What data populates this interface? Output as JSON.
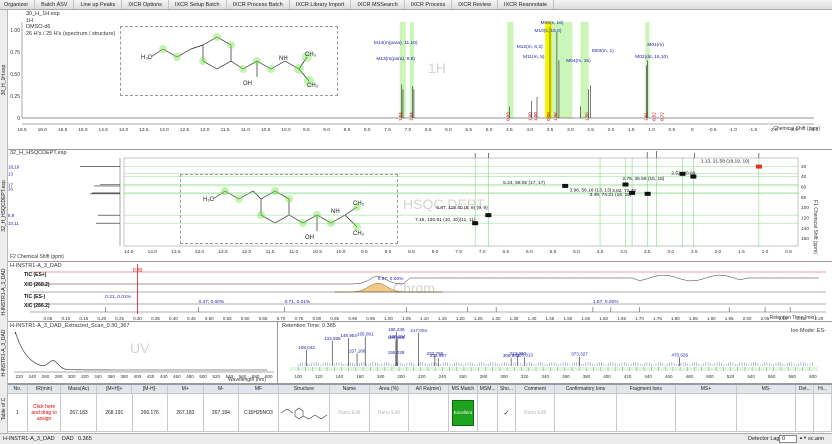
{
  "tabs": [
    "Organizer",
    "Batch ASV",
    "Line up Peaks",
    "IXCR Options",
    "IXCR Setup Batch",
    "IXCR Process Batch",
    "IXCR Library Import",
    "IXCR MSSearch",
    "IXCR Process",
    "IXCR Review",
    "IXCR Reannotate"
  ],
  "nmr1d": {
    "strip_label": "30_H_1H.esp",
    "title_lines": [
      "30_H_1H.esp",
      "1H",
      "DMSO-d6",
      "26 H's / 25 H's (spectrum / structure)"
    ],
    "yticks": [
      "1.00",
      "0.75",
      "0.50",
      "0.25",
      "0"
    ],
    "xticks": [
      "16.5",
      "16.0",
      "15.5",
      "15.0",
      "14.5",
      "14.0",
      "13.5",
      "13.0",
      "12.5",
      "12.0",
      "11.5",
      "11.0",
      "10.5",
      "10.0",
      "9.5",
      "9.0",
      "8.5",
      "8.0",
      "7.5",
      "7.0",
      "6.5",
      "6.0",
      "5.5",
      "5.0",
      "4.5",
      "4.0",
      "3.5",
      "3.0",
      "2.5",
      "2.0",
      "1.5",
      "1.0",
      "0.5",
      "0",
      "-0.5",
      "-1.0",
      "-1.5",
      "-2.0",
      "-2.5",
      "-3.0"
    ],
    "xlabel": "Chemical Shift (ppm)",
    "multiplets": [
      "M14(m(para), 11,10)",
      "M13(m(para), 9,8)",
      "M12(m, 6,3)",
      "M11(m, 5)",
      "M10(s, 15,0)",
      "M09(s, 16)",
      "M04(m, 15)",
      "M03(m, 1)",
      "M02(dd, 15,10)",
      "M01(m)"
    ],
    "integrals": [
      "1.84",
      "1.94",
      "0.93",
      "1.00",
      "1.00",
      "0.98",
      "1.96",
      "1.56",
      "1.01",
      "0.52",
      "0.72"
    ],
    "watermark": "1H"
  },
  "hsqc": {
    "strip_label": "32_H_HSQCDEPT.esp",
    "title": "32_H_HSQCDEPT.esp",
    "ylabel": "F1 Chemical Shift (ppm)",
    "xlabel": "F2 Chemical Shift (ppm)",
    "xticks": [
      "14.5",
      "14.0",
      "13.5",
      "13.0",
      "12.5",
      "12.0",
      "11.5",
      "11.0",
      "10.5",
      "10.0",
      "9.5",
      "9.0",
      "8.5",
      "8.0",
      "7.5",
      "7.0",
      "6.5",
      "6.0",
      "5.5",
      "5.0",
      "4.5",
      "4.0",
      "3.5",
      "3.0",
      "2.5",
      "2.0",
      "1.5",
      "1.0",
      "0.5"
    ],
    "yticks": [
      "20",
      "40",
      "60",
      "80",
      "100",
      "120",
      "140",
      "160"
    ],
    "left_labels": [
      "18,19",
      "13",
      "17",
      "16",
      "8,9",
      "10,11"
    ],
    "cross_labels": [
      "2.52, 40.89",
      "5.24, 58.92 (17, 17)",
      "3.82, 72.40",
      "1.13, 21.58 (18,19, 19)",
      "2.75, 35.59 (15, 15)",
      "3.96, 56.16 (13, 13)",
      "3.49, 74.21 (16, 16)",
      "6.87, 115.40 (8, 9) (9, 9)",
      "7.15, 130.91 (10, 10)(11, 11)"
    ],
    "watermark": "HSQC DEPT"
  },
  "chrom": {
    "strip_label": "H-INSTR1-A_3_DAD",
    "title": "H-INSTR1-A_3_DAD",
    "traces": [
      "TIC (ES+)",
      "XIC (268.2)",
      "TIC (ES-)",
      "XIC (266.2)"
    ],
    "marker": "0.30",
    "annotations": [
      "0.97, 0.00%",
      "0.21, 0.01%",
      "0.47, 0.00%",
      "0.71, 0.01%",
      "1.57, 0.00%"
    ],
    "xticks": [
      "0.05",
      "0.10",
      "0.15",
      "0.20",
      "0.25",
      "0.30",
      "0.35",
      "0.40",
      "0.45",
      "0.50",
      "0.55",
      "0.60",
      "0.65",
      "0.70",
      "0.75",
      "0.80",
      "0.85",
      "0.90",
      "0.95",
      "1.00",
      "1.05",
      "1.10",
      "1.15",
      "1.20",
      "1.25",
      "1.30",
      "1.35",
      "1.40",
      "1.45",
      "1.50",
      "1.55",
      "1.60",
      "1.65",
      "1.70",
      "1.75",
      "1.80",
      "1.85",
      "1.90",
      "1.95",
      "2.00",
      "2.05",
      "2.10",
      "2.15",
      "2.20"
    ],
    "xlabel": "Retention Time (min)",
    "watermark": "Chrom"
  },
  "uv": {
    "strip_label": "H-INSTR1-A_3_DAD",
    "title": "H-INSTR1-A_3_DAD_Extracted_Scan_0.30_367",
    "xticks": [
      "220",
      "240",
      "260",
      "280",
      "300",
      "320",
      "340",
      "360",
      "380",
      "400",
      "420",
      "440",
      "460",
      "480",
      "500",
      "520",
      "540",
      "560",
      "580",
      "600"
    ],
    "xlabel": "Wavelength (nm)",
    "watermark": "UV"
  },
  "ms": {
    "retention": "Retention Time: 0.385",
    "ion_mode": "Ion Mode: ES-",
    "labels": [
      "133.066",
      "148.954",
      "165.091",
      "194.945",
      "196.154",
      "217.004",
      "195.236",
      "157.168",
      "195.028",
      "232.769",
      "235.987",
      "306.882",
      "313.260",
      "320.013",
      "373.327",
      "470.626",
      "108.042"
    ],
    "xticks": [
      "100",
      "120",
      "140",
      "160",
      "180",
      "200",
      "220",
      "240",
      "260",
      "280",
      "300",
      "320",
      "340",
      "360",
      "380",
      "400",
      "420",
      "440",
      "460",
      "480",
      "500",
      "520",
      "540",
      "560",
      "580",
      "600"
    ]
  },
  "table": {
    "side_label": "Table of C",
    "headers": [
      "No.",
      "IR(min)",
      "Mass(Ac)",
      "[M+H]+",
      "[M-H]-",
      "M+",
      "M-",
      "MF",
      "Structure",
      "Name",
      "Area (%)",
      "A/I Ra(min)",
      "MS Match",
      "MSM...",
      "Sho...",
      "Comment",
      "Confirmatory Ions",
      "Fragment Ions",
      "MS+",
      "MS-",
      "Det...",
      "Hi..."
    ],
    "row": {
      "no": "1",
      "ir": "Click here and drag to assign",
      "mass": "267.183",
      "mh_plus": "268.191",
      "mh_minus": "266.176",
      "m_plus": "267.183",
      "m_minus": "267.184",
      "mf": "C15H25NO3",
      "name": "Ranu Edit",
      "area": "Ranu Edit",
      "match": "Excellent",
      "comment": "Ranu Edit"
    }
  },
  "status": {
    "source": "H-INSTR1-A_3_DAD",
    "dad": "DAD",
    "value": "0.365",
    "detector": "Detector Lag",
    "detector_value": "0",
    "unit": "sc.ann"
  }
}
